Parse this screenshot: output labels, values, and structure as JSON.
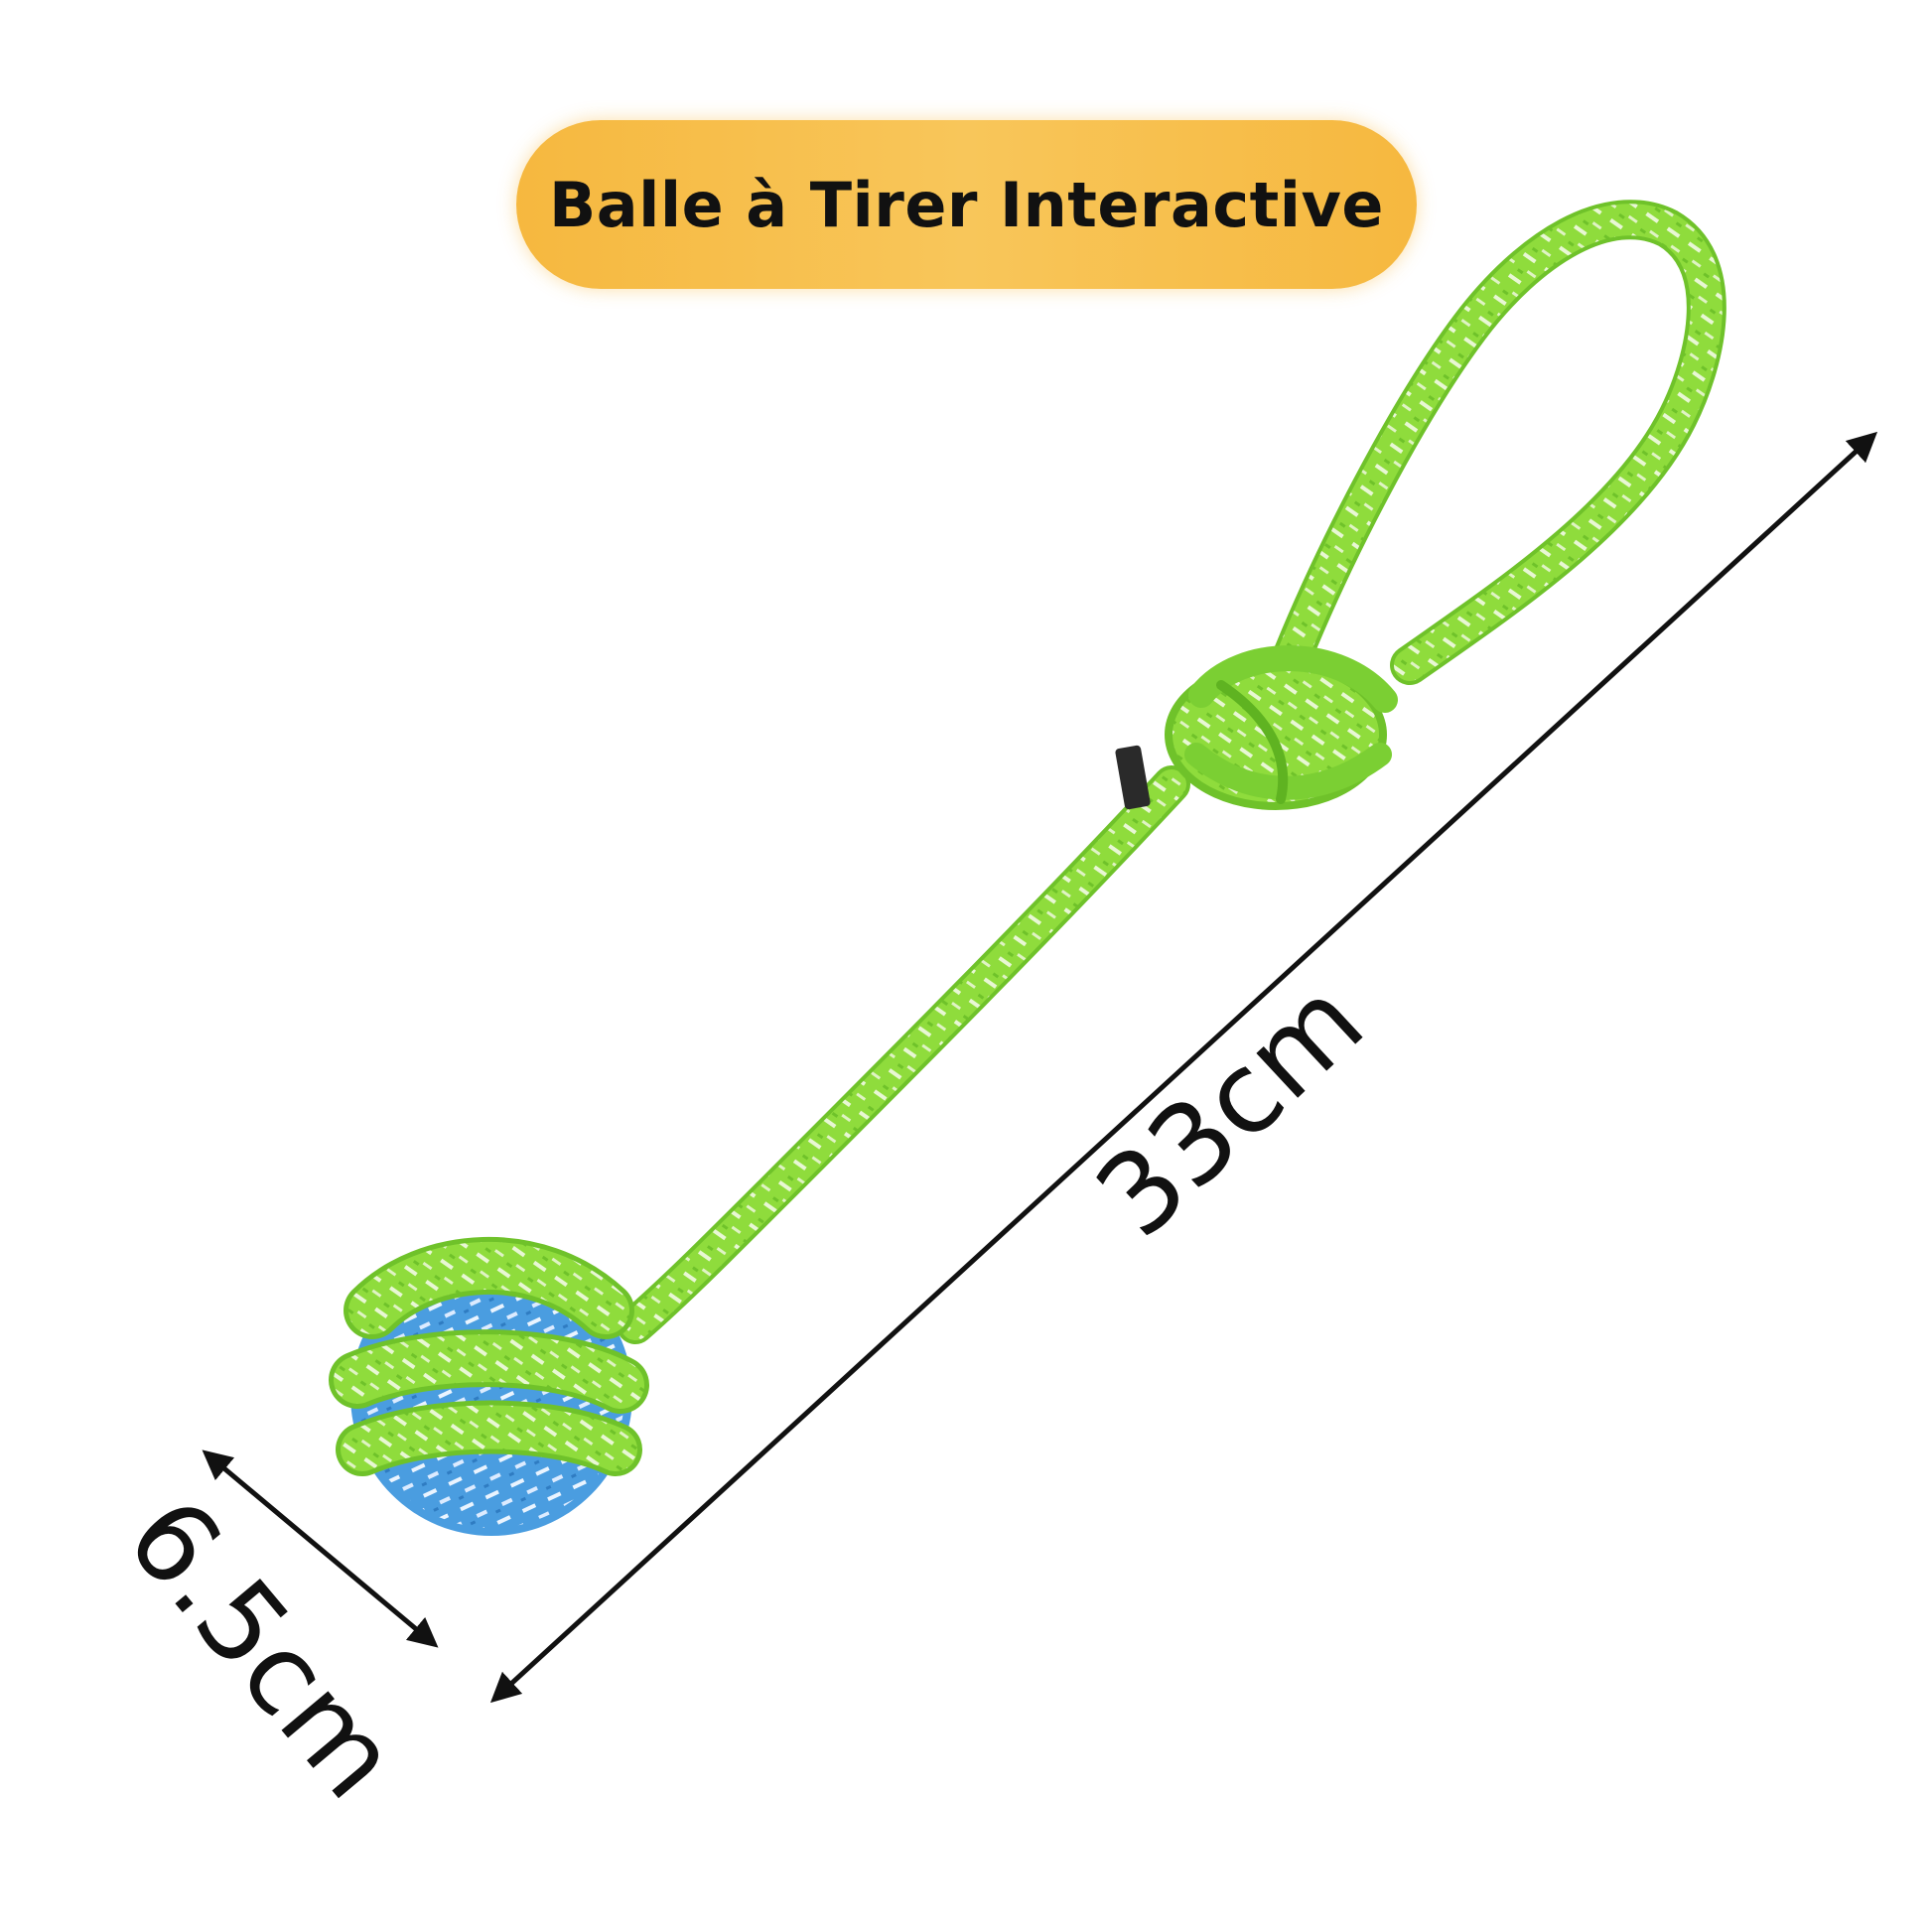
{
  "title": "Balle à Tirer Interactive",
  "dimensions": {
    "length": "33cm",
    "ball_diameter": "6.5cm"
  },
  "colors": {
    "badge": "#f6b83f",
    "rope_green": "#8fdc3c",
    "rope_blue": "#4a9de0",
    "arrows": "#111111"
  },
  "icons": {
    "product": "rope-ball-toy-icon"
  }
}
